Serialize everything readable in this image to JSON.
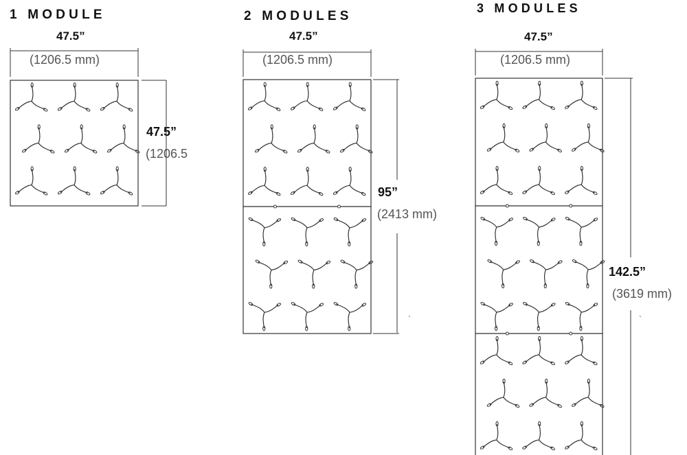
{
  "configurations": [
    {
      "title": "1 MODULE",
      "width_in": "47.5”",
      "width_mm": "(1206.5 mm)",
      "height_in": "47.5”",
      "height_mm": "(1206.5",
      "modules": 1
    },
    {
      "title": "2 MODULES",
      "width_in": "47.5”",
      "width_mm": "(1206.5 mm)",
      "height_in": "95”",
      "height_mm": "(2413 mm)",
      "modules": 2
    },
    {
      "title": "3 MODULES",
      "width_in": "47.5”",
      "width_mm": "(1206.5 mm)",
      "height_in": "142.5”",
      "height_mm": "(3619 mm)",
      "modules": 3
    }
  ],
  "stray_mark": "`",
  "colors": {
    "line": "#333333",
    "text": "#111111",
    "muted": "#555555"
  }
}
